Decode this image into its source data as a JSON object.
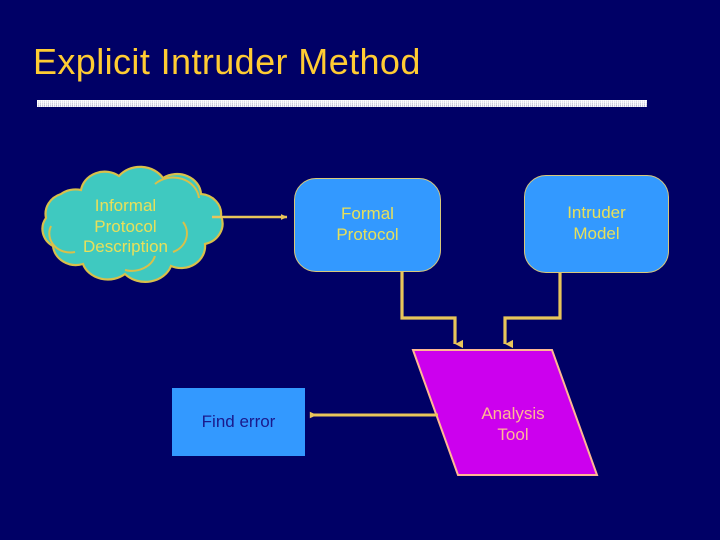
{
  "slide": {
    "title": "Explicit Intruder Method",
    "background_color": "#000066",
    "title_color": "#FFCC33",
    "divider": "horizontal-textured-rule"
  },
  "diagram": {
    "nodes": [
      {
        "id": "informal-protocol-description",
        "shape": "cloud",
        "label": "Informal\nProtocol\nDescription",
        "fill": "#3FC9C0",
        "outline": "#D9C04A",
        "text_color": "#E8E05A"
      },
      {
        "id": "formal-protocol",
        "shape": "rounded-rectangle",
        "label": "Formal\nProtocol",
        "fill": "#3399FF",
        "outline": "#D9C87A",
        "text_color": "#E8E05A"
      },
      {
        "id": "intruder-model",
        "shape": "rounded-rectangle",
        "label": "Intruder\nModel",
        "fill": "#3399FF",
        "outline": "#D9C87A",
        "text_color": "#E8E05A"
      },
      {
        "id": "analysis-tool",
        "shape": "parallelogram",
        "label": "Analysis\nTool",
        "fill": "#CC00EE",
        "outline": "#FFB893",
        "text_color": "#FFB893"
      },
      {
        "id": "find-error",
        "shape": "rectangle",
        "label": "Find error",
        "fill": "#3399FF",
        "outline": "none",
        "text_color": "#1A1A8C"
      }
    ],
    "edges": [
      {
        "id": "cloud-to-formal-protocol",
        "from": "informal-protocol-description",
        "to": "formal-protocol",
        "style": "straight-arrow",
        "direction": "right",
        "color": "#E8C55A"
      },
      {
        "id": "formal-protocol-to-analysis-tool",
        "from": "formal-protocol",
        "to": "analysis-tool",
        "style": "elbow-arrow",
        "direction": "down",
        "color": "#E8C55A"
      },
      {
        "id": "intruder-model-to-analysis-tool",
        "from": "intruder-model",
        "to": "analysis-tool",
        "style": "elbow-arrow",
        "direction": "down",
        "color": "#E8C55A"
      },
      {
        "id": "analysis-tool-to-find-error",
        "from": "analysis-tool",
        "to": "find-error",
        "style": "straight-arrow",
        "direction": "left",
        "color": "#E8C55A"
      }
    ]
  }
}
